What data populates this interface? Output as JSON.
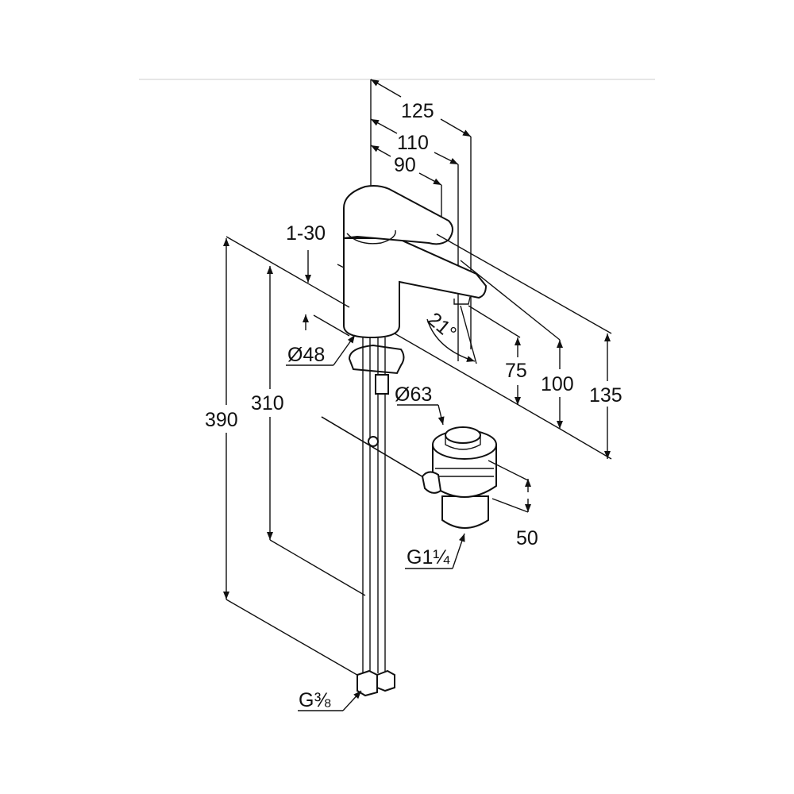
{
  "dimensions": {
    "d125": "125",
    "d110": "110",
    "d90": "90",
    "deck_thickness": "1-30",
    "angle": "21°",
    "body_diameter": "Ø48",
    "d75": "75",
    "d100": "100",
    "d135": "135",
    "d390": "390",
    "d310": "310",
    "drain_diameter": "Ø63",
    "d50": "50",
    "drain_thread": "G1¼",
    "hose_thread": "G⅜"
  },
  "colors": {
    "line": "#111111",
    "top_rule": "#e6e6e6"
  }
}
